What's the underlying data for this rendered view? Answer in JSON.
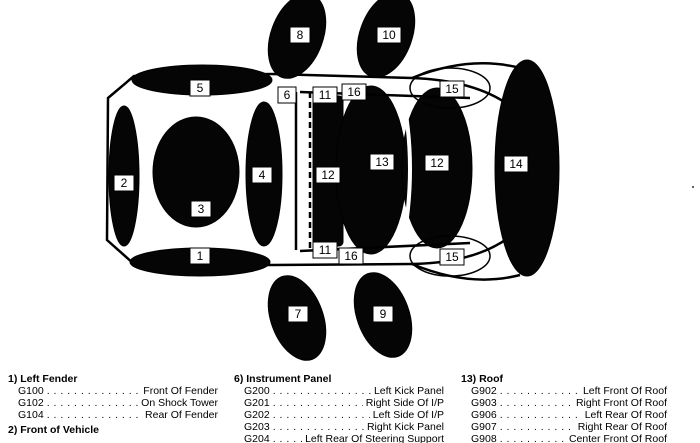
{
  "diagram": {
    "zones": [
      {
        "id": "1",
        "label": "1"
      },
      {
        "id": "2",
        "label": "2"
      },
      {
        "id": "3",
        "label": "3"
      },
      {
        "id": "4",
        "label": "4"
      },
      {
        "id": "5",
        "label": "5"
      },
      {
        "id": "6",
        "label": "6"
      },
      {
        "id": "7",
        "label": "7"
      },
      {
        "id": "8",
        "label": "8"
      },
      {
        "id": "9",
        "label": "9"
      },
      {
        "id": "10",
        "label": "10"
      },
      {
        "id": "11a",
        "label": "11"
      },
      {
        "id": "11b",
        "label": "11"
      },
      {
        "id": "12a",
        "label": "12"
      },
      {
        "id": "12b",
        "label": "12"
      },
      {
        "id": "13",
        "label": "13"
      },
      {
        "id": "14",
        "label": "14"
      },
      {
        "id": "15a",
        "label": "15"
      },
      {
        "id": "15b",
        "label": "15"
      },
      {
        "id": "16a",
        "label": "16"
      },
      {
        "id": "16b",
        "label": "16"
      }
    ]
  },
  "legend": {
    "columns": [
      {
        "sections": [
          {
            "title": "1) Left Fender",
            "rows": [
              {
                "code": "G100",
                "location": "Front Of Fender"
              },
              {
                "code": "G102",
                "location": "On Shock Tower"
              },
              {
                "code": "G104",
                "location": "Rear Of Fender"
              }
            ]
          },
          {
            "title": "2) Front of Vehicle",
            "rows": []
          }
        ]
      },
      {
        "sections": [
          {
            "title": "6) Instrument Panel",
            "rows": [
              {
                "code": "G200",
                "location": "Left Kick Panel"
              },
              {
                "code": "G201",
                "location": "Right Side Of I/P"
              },
              {
                "code": "G202",
                "location": "Left Side Of I/P"
              },
              {
                "code": "G203",
                "location": "Right Kick Panel"
              },
              {
                "code": "G204",
                "location": "Left Rear Of Steering Support"
              }
            ]
          }
        ]
      },
      {
        "sections": [
          {
            "title": "13) Roof",
            "rows": [
              {
                "code": "G902",
                "location": "Left Front Of Roof"
              },
              {
                "code": "G903",
                "location": "Right Front Of Roof"
              },
              {
                "code": "G906",
                "location": "Left Rear Of Roof"
              },
              {
                "code": "G907",
                "location": "Right Rear Of Roof"
              },
              {
                "code": "G908",
                "location": "Center Front Of Roof"
              }
            ]
          }
        ]
      }
    ]
  }
}
